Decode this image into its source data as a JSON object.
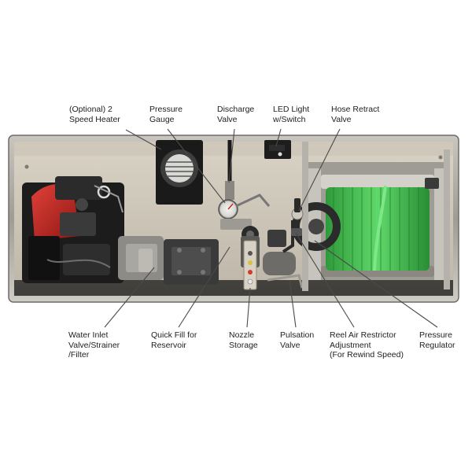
{
  "labels": {
    "heater": "(Optional) 2\nSpeed Heater",
    "pressure_gauge": "Pressure\nGauge",
    "discharge_valve": "Discharge\nValve",
    "led_light": "LED Light\nw/Switch",
    "hose_retract": "Hose Retract\nValve",
    "water_inlet": "Water Inlet\nValve/Strainer\n/Filter",
    "quick_fill": "Quick Fill for\nReservoir",
    "nozzle_storage": "Nozzle\nStorage",
    "pulsation_valve": "Pulsation\nValve",
    "reel_air_restrictor": "Reel Air Restrictor\nAdjustment\n(For Rewind Speed)",
    "pressure_regulator": "Pressure\nRegulator"
  },
  "colors": {
    "engine_red": "#c0201e",
    "hose_green": "#3fbf4a",
    "frame_steel": "#8d8a84",
    "leader_line": "#4a4a4a"
  }
}
